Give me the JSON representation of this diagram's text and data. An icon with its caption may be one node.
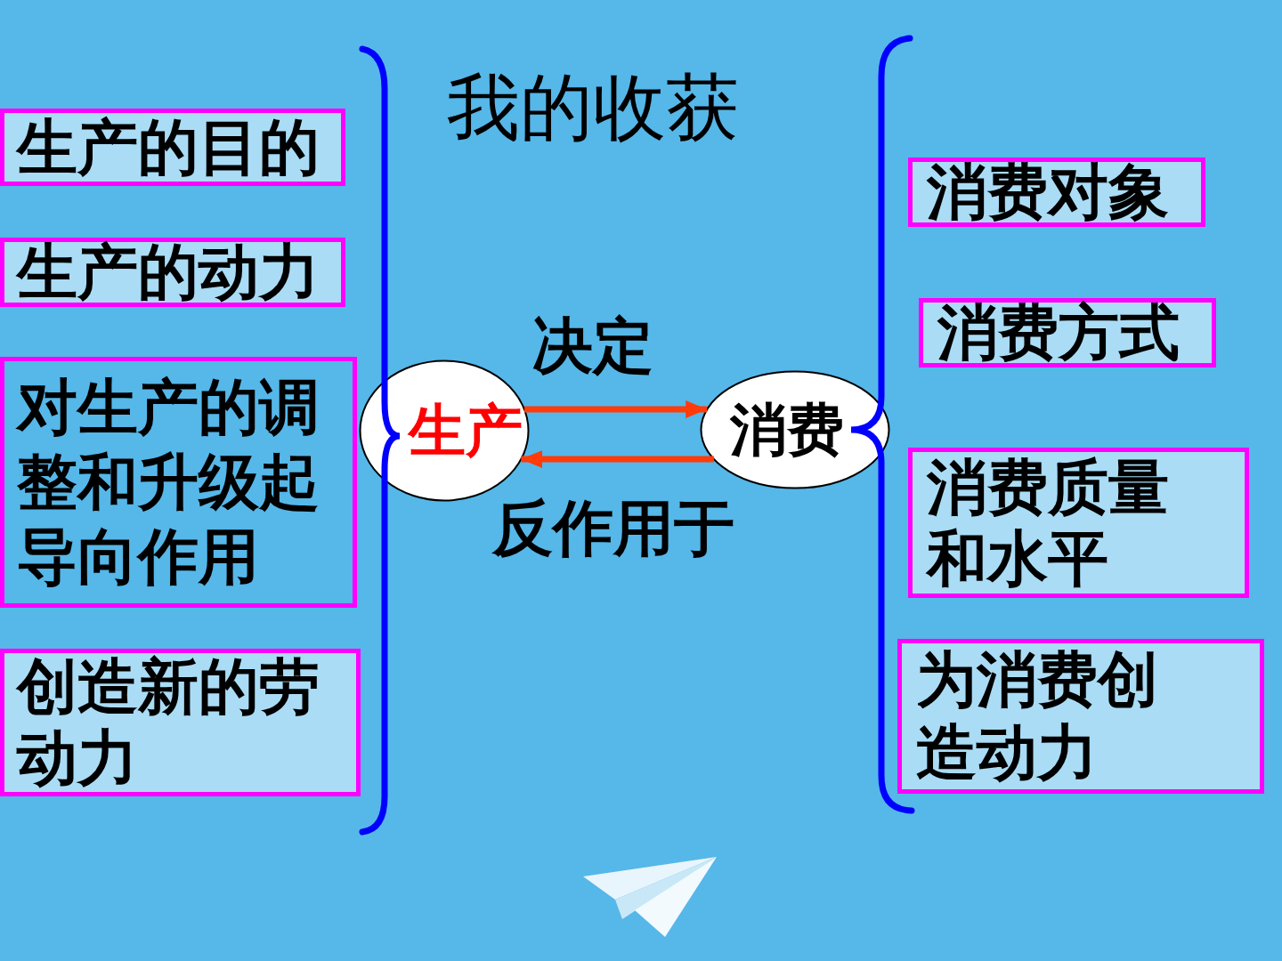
{
  "diagram": {
    "title": "我的收获",
    "nodes": [
      {
        "text": [
          "生产的目的"
        ]
      },
      {
        "text": [
          "生产的动力"
        ]
      },
      {
        "text": [
          "对生产的调整和升级起导向作用"
        ]
      },
      {
        "text": [
          "创造新的劳动力"
        ]
      },
      {
        "text": [
          "生产"
        ]
      },
      {
        "text": [
          "消费"
        ]
      },
      {
        "text": [
          "消费对象"
        ]
      },
      {
        "text": [
          "消费方式"
        ]
      },
      {
        "text": [
          "消费质量和水平"
        ]
      },
      {
        "text": [
          "为消费创造动力"
        ]
      }
    ],
    "edges": [
      {
        "from": 4,
        "to": 5,
        "arrow": "to",
        "label": "决定"
      },
      {
        "from": 5,
        "to": 4,
        "arrow": "to",
        "label": "反作用于"
      }
    ]
  }
}
